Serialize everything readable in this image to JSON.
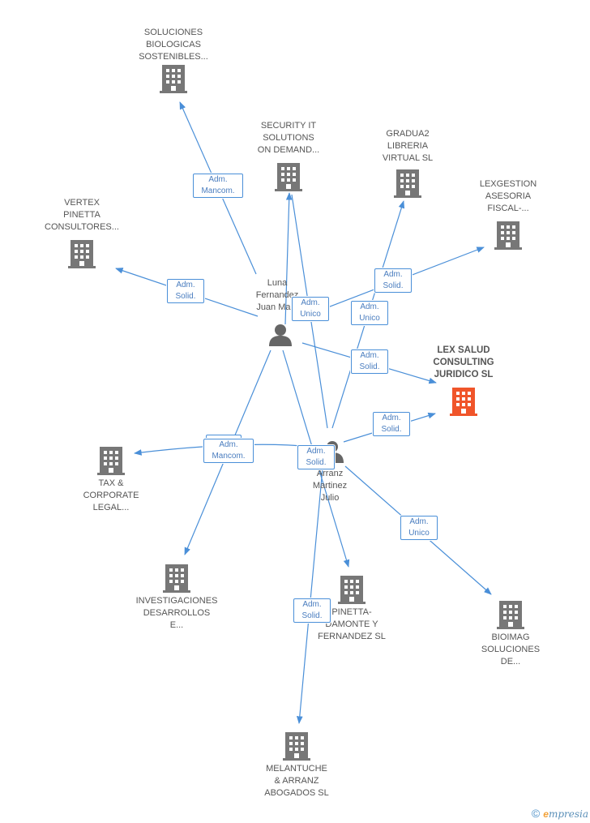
{
  "colors": {
    "edge": "#4a8fd8",
    "company": "#777777",
    "highlight": "#f0552a",
    "person": "#666666"
  },
  "persons": [
    {
      "id": "p1",
      "lines": [
        "Luna",
        "Fernandez",
        "Juan Ma..."
      ]
    },
    {
      "id": "p2",
      "lines": [
        "Arranz",
        "Martinez",
        "Julio"
      ]
    }
  ],
  "companies": [
    {
      "id": "c1",
      "lines": [
        "SOLUCIONES",
        "BIOLOGICAS",
        "SOSTENIBLES..."
      ]
    },
    {
      "id": "c2",
      "lines": [
        "SECURITY IT",
        "SOLUTIONS",
        "ON DEMAND..."
      ]
    },
    {
      "id": "c3",
      "lines": [
        "GRADUA2",
        "LIBRERIA",
        "VIRTUAL SL"
      ]
    },
    {
      "id": "c4",
      "lines": [
        "LEXGESTION",
        "ASESORIA",
        "FISCAL-..."
      ]
    },
    {
      "id": "c5",
      "lines": [
        "VERTEX",
        "PINETTA",
        "CONSULTORES..."
      ]
    },
    {
      "id": "c6",
      "lines": [
        "LEX SALUD",
        "CONSULTING",
        "JURIDICO SL"
      ],
      "highlight": true
    },
    {
      "id": "c7",
      "lines": [
        "TAX &",
        "CORPORATE",
        "LEGAL..."
      ]
    },
    {
      "id": "c8",
      "lines": [
        "INVESTIGACIONES",
        "DESARROLLOS",
        "E..."
      ]
    },
    {
      "id": "c9",
      "lines": [
        "PINETTA-",
        "DAMONTE Y",
        "FERNANDEZ SL"
      ]
    },
    {
      "id": "c10",
      "lines": [
        "BIOIMAG",
        "SOLUCIONES",
        "DE..."
      ]
    },
    {
      "id": "c11",
      "lines": [
        "MELANTUCHE",
        "& ARRANZ",
        "ABOGADOS  SL"
      ]
    }
  ],
  "relations": [
    {
      "id": "r1",
      "lines": [
        "Adm.",
        "Mancom."
      ]
    },
    {
      "id": "r2",
      "lines": [
        "Adm.",
        "Solid."
      ]
    },
    {
      "id": "r3",
      "lines": [
        "Adm.",
        "Unico"
      ]
    },
    {
      "id": "r4",
      "lines": [
        "Adm.",
        "Solid."
      ]
    },
    {
      "id": "r5",
      "lines": [
        "Adm.",
        "Unico"
      ]
    },
    {
      "id": "r6",
      "lines": [
        "Adm.",
        "Solid."
      ]
    },
    {
      "id": "r7",
      "lines": [
        "Adm.",
        "Solid."
      ]
    },
    {
      "id": "r8",
      "lines": [
        "Adm.",
        "Mancom."
      ]
    },
    {
      "id": "r9",
      "lines": [
        "Adm.",
        "Solid."
      ]
    },
    {
      "id": "r10",
      "lines": [
        "Adm.",
        "Unico"
      ]
    },
    {
      "id": "r11",
      "lines": [
        "Adm.",
        "Solid."
      ]
    }
  ],
  "footer": {
    "copyright": "©",
    "brand_initial": "e",
    "brand_rest": "mpresia"
  }
}
